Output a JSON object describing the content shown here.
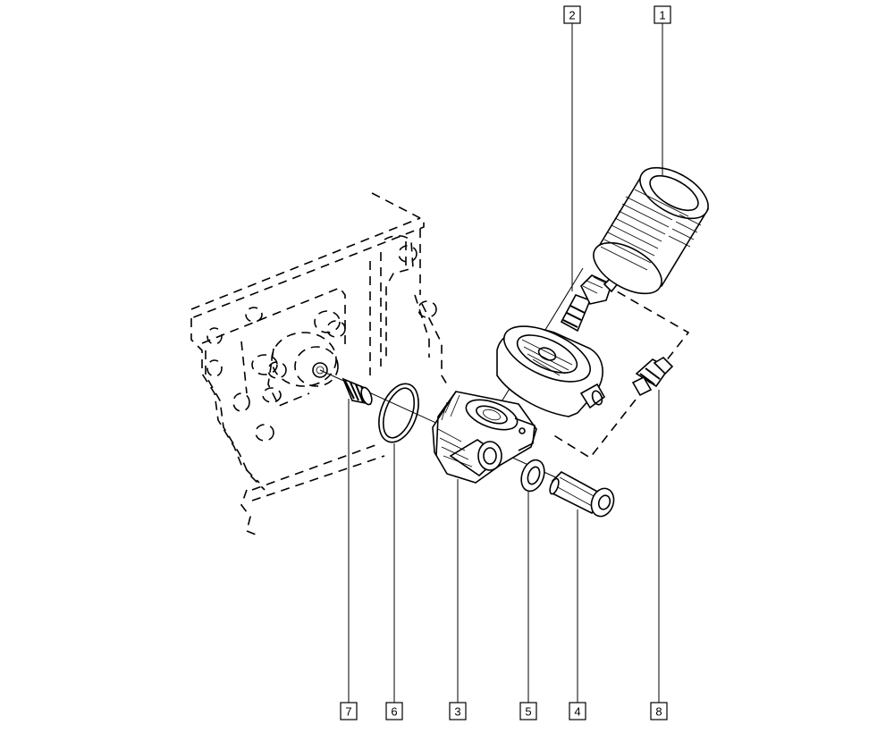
{
  "diagram": {
    "callouts": [
      {
        "id": "1",
        "label": "1"
      },
      {
        "id": "2",
        "label": "2"
      },
      {
        "id": "3",
        "label": "3"
      },
      {
        "id": "4",
        "label": "4"
      },
      {
        "id": "5",
        "label": "5"
      },
      {
        "id": "6",
        "label": "6"
      },
      {
        "id": "7",
        "label": "7"
      },
      {
        "id": "8",
        "label": "8"
      }
    ],
    "line_color": "#000000",
    "background_color": "#ffffff"
  }
}
